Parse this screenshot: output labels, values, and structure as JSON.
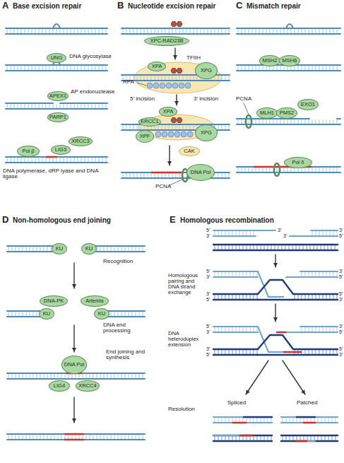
{
  "diagram": {
    "nodes": [
      {
        "text": [
          "UNG"
        ]
      },
      {
        "text": [
          "APEX1"
        ]
      },
      {
        "text": [
          "PARP1"
        ]
      },
      {
        "text": [
          "XRCC3"
        ]
      },
      {
        "text": [
          "LIG3"
        ]
      },
      {
        "text": [
          "Pol β"
        ]
      },
      {
        "text": [
          "XPC-RAD23B"
        ]
      },
      {
        "text": [
          "XPA"
        ]
      },
      {
        "text": [
          "XPG"
        ]
      },
      {
        "text": [
          "XPA"
        ]
      },
      {
        "text": [
          "ERCC1"
        ]
      },
      {
        "text": [
          "XPF"
        ]
      },
      {
        "text": [
          "XPG"
        ]
      },
      {
        "text": [
          "CAK"
        ]
      },
      {
        "text": [
          "DNA Pol"
        ]
      },
      {
        "text": [
          "MSH2"
        ]
      },
      {
        "text": [
          "MSH6"
        ]
      },
      {
        "text": [
          "MLH1"
        ]
      },
      {
        "text": [
          "PMS2"
        ]
      },
      {
        "text": [
          "EXO1"
        ]
      },
      {
        "text": [
          "Pol δ"
        ]
      },
      {
        "text": [
          "KU"
        ]
      },
      {
        "text": [
          "KU"
        ]
      },
      {
        "text": [
          "DNA-PK"
        ]
      },
      {
        "text": [
          "Artemis"
        ]
      },
      {
        "text": [
          "KU"
        ]
      },
      {
        "text": [
          "KU"
        ]
      },
      {
        "text": [
          "DNA Pol"
        ]
      },
      {
        "text": [
          "LIG4"
        ]
      },
      {
        "text": [
          "XRCC4"
        ]
      }
    ],
    "labels": [
      "A",
      "Base excision repair",
      "DNA glycosylase",
      "AP endonuclease",
      "DNA polymerase, dRP lyase and DNA ligase",
      "B",
      "Nucleotide excision repair",
      "TFIIH",
      "RPA",
      "5′ incision",
      "3′ incision",
      "PCNA",
      "C",
      "Mismatch repair",
      "PCNA",
      "D",
      "Non-homologous end joining",
      "Recognition",
      "DNA end processing",
      "End joining and synthesis",
      "E",
      "Homologous recombination",
      "Homologous pairing and DNA strand exchange",
      "DNA heteroduplex extension",
      "Resolution",
      "Spliced",
      "Patched",
      "5′",
      "3′",
      "3′",
      "3′",
      "3′",
      "5′",
      "5′",
      "3′",
      "3′",
      "5′",
      "3′",
      "5′",
      "5′",
      "3′",
      "5′",
      "3′",
      "3′",
      "5′",
      "3′",
      "5′",
      "5′",
      "3′"
    ]
  }
}
